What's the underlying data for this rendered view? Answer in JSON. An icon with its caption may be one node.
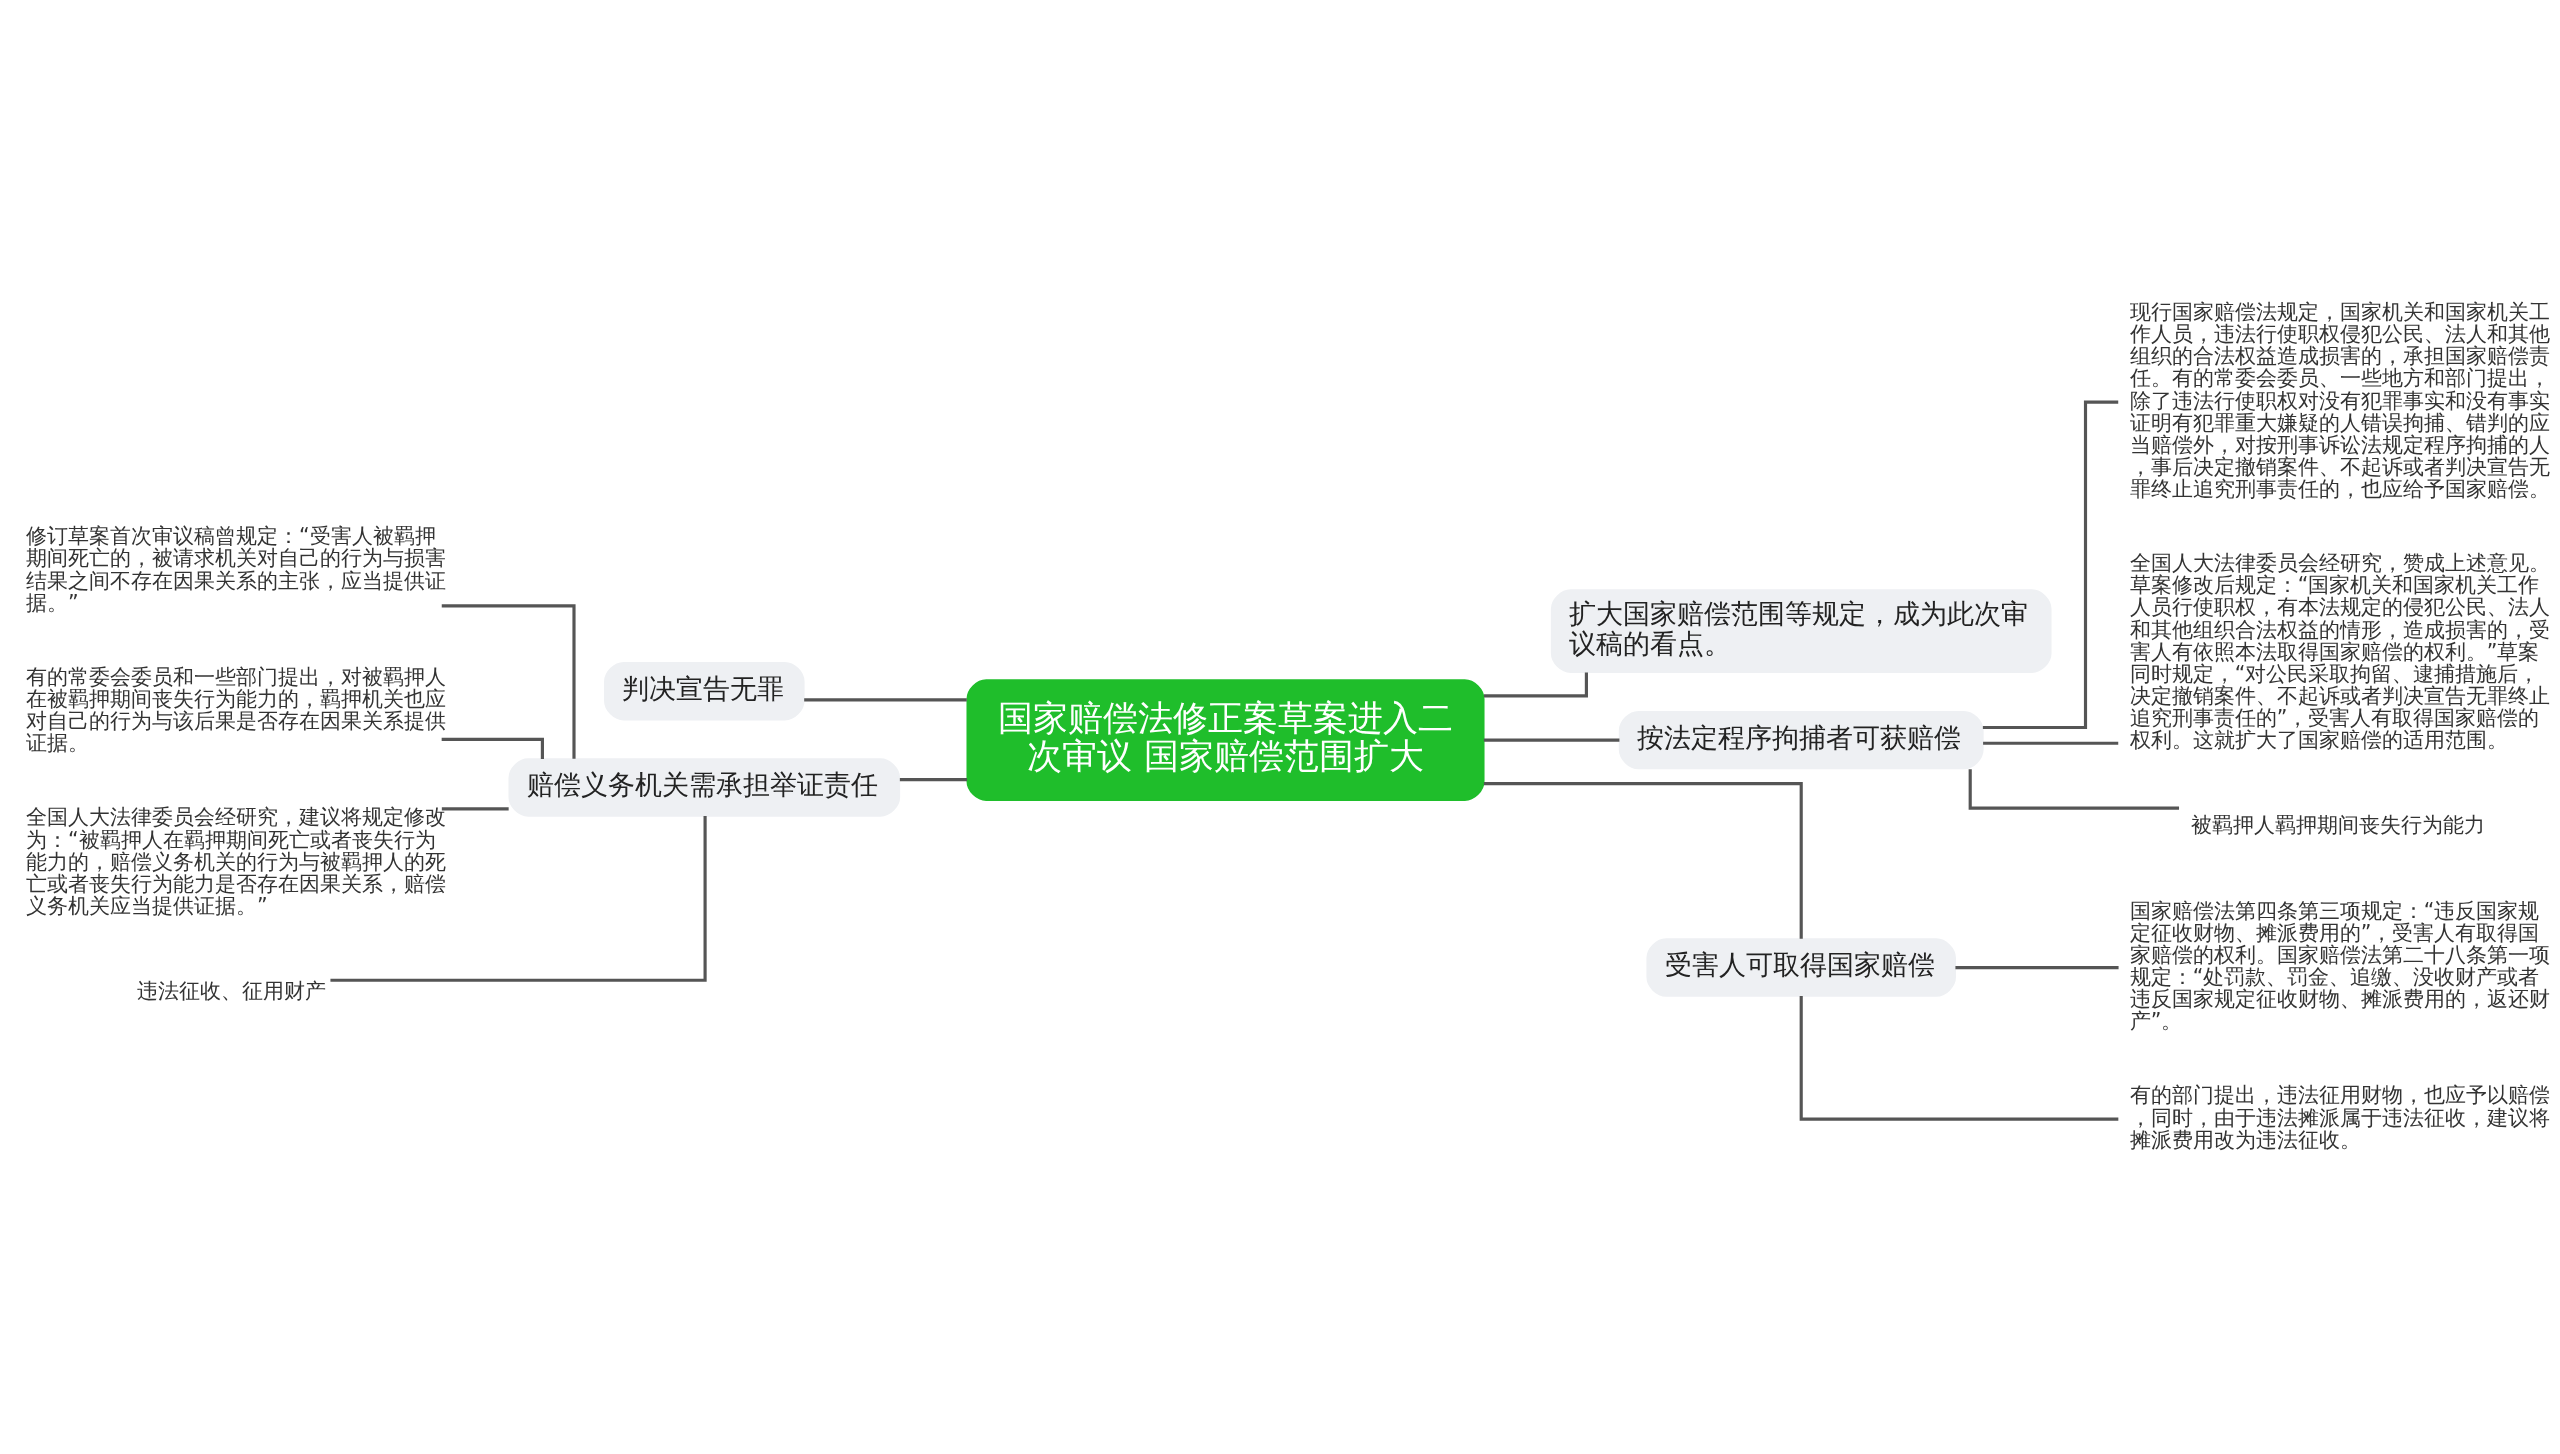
{
  "diagram": {
    "nodes": [
      {
        "text": [
          "国家赔偿法修正案草案进入二次审议 国家赔偿范围扩大"
        ]
      },
      {
        "text": [
          "判决宣告无罪"
        ]
      },
      {
        "text": [
          "赔偿义务机关需承担举证责任"
        ]
      },
      {
        "text": [
          "修订草案首次审议稿曾规定：“受害人被羁押期间死亡的，被请求机关对自己的行为与损害结果之间不存在因果关系的主张，应当提供证据。”"
        ]
      },
      {
        "text": [
          "有的常委会委员和一些部门提出，对被羁押人在被羁押期间丧失行为能力的，羁押机关也应对自己的行为与该后果是否存在因果关系提供证据。"
        ]
      },
      {
        "text": [
          "全国人大法律委员会经研究，建议将规定修改为：“被羁押人在羁押期间死亡或者丧失行为能力的，赔偿义务机关的行为与被羁押人的死亡或者丧失行为能力是否存在因果关系，赔偿义务机关应当提供证据。”"
        ]
      },
      {
        "text": [
          "违法征收、征用财产"
        ]
      },
      {
        "text": [
          "扩大国家赔偿范围等规定，成为此次审议稿的看点。"
        ]
      },
      {
        "text": [
          "按法定程序拘捕者可获赔偿"
        ]
      },
      {
        "text": [
          "现行国家赔偿法规定，国家机关和国家机关工作人员，违法行使职权侵犯公民、法人和其他组织的合法权益造成损害的，承担国家赔偿责任。有的常委会委员、一些地方和部门提出，除了违法行使职权对没有犯罪事实和没有事实证明有犯罪重大嫌疑的人错误拘捕、错判的应当赔偿外，对按刑事诉讼法规定程序拘捕的人，事后决定撤销案件、不起诉或者判决宣告无罪终止追究刑事责任的，也应给予国家赔偿。"
        ]
      },
      {
        "text": [
          "全国人大法律委员会经研究，赞成上述意见。草案修改后规定：“国家机关和国家机关工作人员行使职权，有本法规定的侵犯公民、法人和其他组织合法权益的情形，造成损害的，受害人有依照本法取得国家赔偿的权利。”草案同时规定，“对公民采取拘留、逮捕措施后，决定撤销案件、不起诉或者判决宣告无罪终止追究刑事责任的”，受害人有取得国家赔偿的权利。这就扩大了国家赔偿的适用范围。"
        ]
      },
      {
        "text": [
          "被羁押人羁押期间丧失行为能力"
        ]
      },
      {
        "text": [
          "受害人可取得国家赔偿"
        ]
      },
      {
        "text": [
          "国家赔偿法第四条第三项规定：“违反国家规定征收财物、摊派费用的”，受害人有取得国家赔偿的权利。国家赔偿法第二十八条第一项规定：“处罚款、罚金、追缴、没收财产或者违反国家规定征收财物、摊派费用的，返还财产”。"
        ]
      },
      {
        "text": [
          "有的部门提出，违法征用财物，也应予以赔偿，同时，由于违法摊派属于违法征收，建议将摊派费用改为违法征收。"
        ]
      }
    ],
    "edges": [
      {
        "from": 0,
        "to": 1,
        "arrow": "none"
      },
      {
        "from": 0,
        "to": 2,
        "arrow": "none"
      },
      {
        "from": 2,
        "to": 3,
        "arrow": "none"
      },
      {
        "from": 2,
        "to": 4,
        "arrow": "none"
      },
      {
        "from": 2,
        "to": 5,
        "arrow": "none"
      },
      {
        "from": 2,
        "to": 6,
        "arrow": "none"
      },
      {
        "from": 0,
        "to": 7,
        "arrow": "none"
      },
      {
        "from": 0,
        "to": 8,
        "arrow": "none"
      },
      {
        "from": 8,
        "to": 9,
        "arrow": "none"
      },
      {
        "from": 8,
        "to": 10,
        "arrow": "none"
      },
      {
        "from": 8,
        "to": 11,
        "arrow": "none"
      },
      {
        "from": 0,
        "to": 12,
        "arrow": "none"
      },
      {
        "from": 12,
        "to": 13,
        "arrow": "none"
      },
      {
        "from": 12,
        "to": 14,
        "arrow": "none"
      }
    ]
  }
}
